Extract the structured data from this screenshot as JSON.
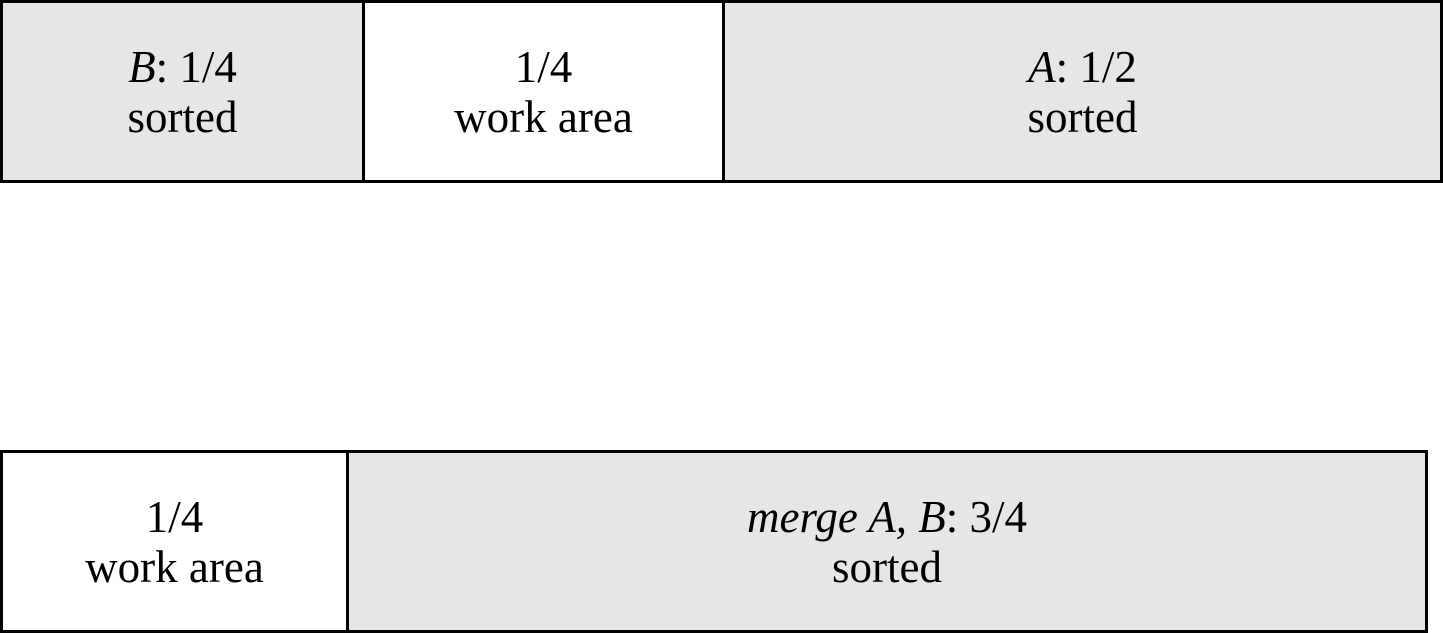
{
  "colors": {
    "sorted_fill": "#e6e6e6",
    "work_fill": "#ffffff",
    "border": "#000000"
  },
  "top_row": {
    "b_sorted": {
      "name": "B",
      "fraction": ": 1/4",
      "label": "sorted"
    },
    "work_area": {
      "fraction": "1/4",
      "label": "work area"
    },
    "a_sorted": {
      "name": "A",
      "fraction": ": 1/2",
      "label": "sorted"
    }
  },
  "bottom_row": {
    "work_area": {
      "fraction": "1/4",
      "label": "work area"
    },
    "merged_sorted": {
      "name": "merge A, B",
      "fraction": ": 3/4",
      "label": "sorted"
    }
  }
}
